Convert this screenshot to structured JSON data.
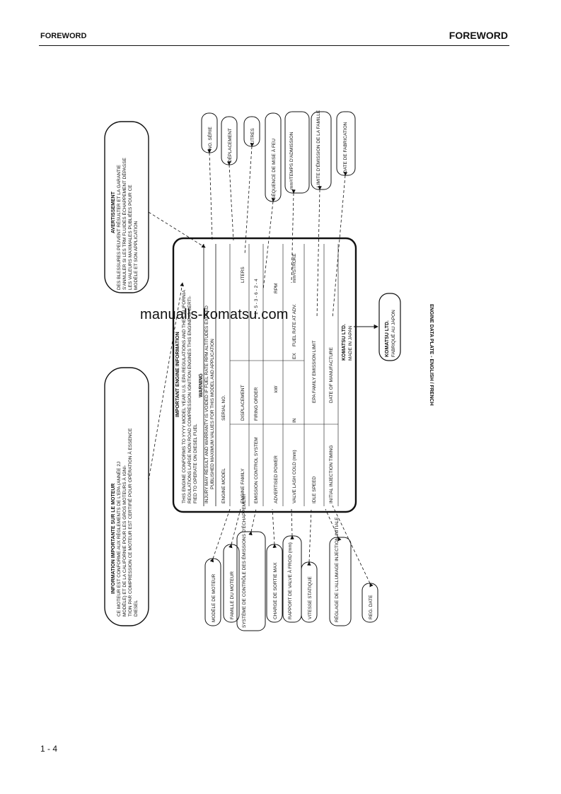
{
  "header": {
    "left_title": "FOREWORD",
    "right_title": "FOREWORD"
  },
  "footer": {
    "page_number": "1 - 4"
  },
  "watermark": "manualls-komatsu.com",
  "diagram": {
    "caption": "ENGINE DATA PLATE - ENGLISH / FRENCH",
    "plate": {
      "title": "IMPORTANT ENGINE INFORMATION",
      "compliance_lines": [
        "THIS ENGINE CONFORMS TO YYYY MODEL YEAR U.S. EPA REGULATIONS AND THE CALIFORNIA",
        "REGULATIONS LARGE NON ROAD COMPRESSION IGNITION ENGINES THIS ENGINE IS CERTI-",
        "FIED TO OPERATE ON DIESEL FUEL"
      ],
      "warning_title": "WARNING",
      "warning_lines": [
        "INJURY MAY RESULT AND WARRANTY IS VOIDED IF FUEL RATE RPM ALTITUDES EXCEED",
        "PUBLISHED MAXIMUM VALUES FOR THIS MODEL AND APPLICATION"
      ],
      "left_column": [
        "ENGINE MODEL",
        "ENGINE FAMILY",
        "EMISSION CONTROL SYSTEM",
        "ADVERTISED POWER",
        "VALVE LASH COLD (mm)",
        "IDLE SPEED",
        "INITIAL INJECTION TIMING"
      ],
      "middle_column": [
        "SERIAL NO.",
        "DISPLACEMENT",
        "FIRING ORDER",
        "kW",
        "IN",
        "EX"
      ],
      "right_column": [
        "LITERS",
        "1 - 5 - 3 - 6 - 2 - 4",
        "RPM",
        "FUEL RATE AT ADV.",
        "mm³/STROKE"
      ],
      "bottom_lines": [
        "EPA FAMILY EMISSION LIMIT",
        "DATE OF MANUFACTURE"
      ],
      "maker_lines": [
        "KOMATSU LTD.",
        "MADE IN JAPAN"
      ]
    },
    "callouts_top": [
      "NO. SÉRIE",
      "DÉPLACEMENT",
      "LITRES",
      "SÉQUENCE DE MISE À FEU",
      "mm³/TEMPS D'ADMISSION",
      "LIMITE D'ÉMISSION DE LA FAMILLE",
      "DATE DE FABRICATION"
    ],
    "callouts_bottom": [
      "MODÈLE DE MOTEUR",
      "FAMILLE DU MOTEUR",
      "SYSTÈME DE CONTRÔLE DES ÉMISSIONS D'ÉCHAPPEMENT",
      "CHARGE DE SORTIE MAX",
      "RAPPORT DE VALVE À FROID (mm)",
      "VITESSE STATIQUE",
      "RÉGLAGE DE L'ALLUMAGE INJECTION INITIALE",
      "REG. DATE"
    ],
    "warning_box": {
      "title": "AVERTISSEMENT",
      "lines": [
        "DES BLESSURES PEUVENT RÉSULTER ET LA GARANTIE",
        "S'ANNULER SI LES TRM FLUIDES ÉCHAPPEMENT DÉPASSE",
        "LES VALEURS MAXIMALES PUBLIÉES POUR CE",
        "MODÈLE ET SON APPLICATION"
      ]
    },
    "info_box": {
      "title": "INFORMATION IMPORTANTE SUR LE MOTEUR",
      "lines": [
        "CE MOTEUR EST CONFORME AUX RÈGLEMENTS DE L'EPA (ANNÉE 2J",
        "MODÈLE) ET DE LA CALIFORNIE POUR LES GROS MOTEURS À IGNI-",
        "TION PAR COMPRESSION CE MOTEUR EST CERTIFIÉ POUR OPÉRATION À ESSENCE",
        "DIESEL"
      ]
    },
    "maker_box": [
      "KOMATSU LTD.",
      "FABRIQUÉ AU JAPON"
    ]
  }
}
